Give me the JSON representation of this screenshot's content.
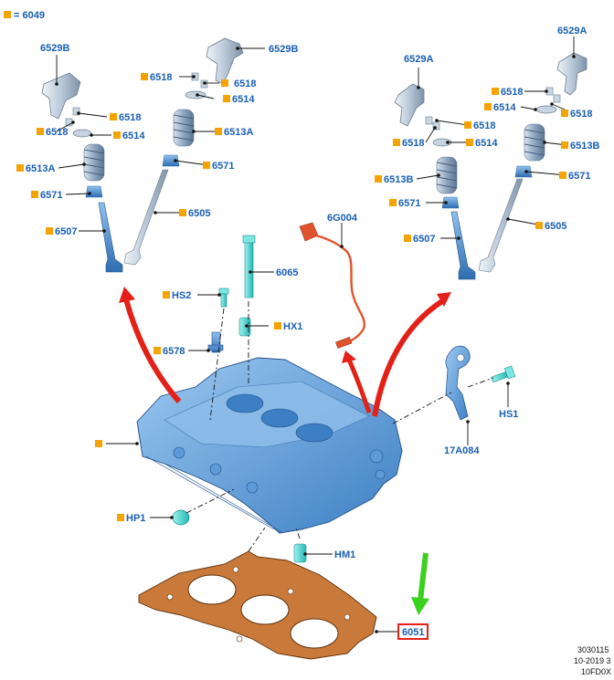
{
  "legend": {
    "text": "= 6049",
    "marker_color": "#f5a300"
  },
  "label_color": "#1a5fb4",
  "part_color": "#6fa8dc",
  "gasket_color": "#b5651d",
  "arrow_red": "#e32119",
  "arrow_green": "#3cd11f",
  "callouts": {
    "c6529b_l": "6529B",
    "c6529b_r": "6529B",
    "c6529a_l": "6529A",
    "c6529a_r": "6529A",
    "c6518_1": "6518",
    "c6518_2": "6518",
    "c6518_3": "6518",
    "c6518_4": "6518",
    "c6518_5": "6518",
    "c6518_6": "6518",
    "c6518_7": "6518",
    "c6518_8": "6518",
    "c6514_1": "6514",
    "c6514_2": "6514",
    "c6514_3": "6514",
    "c6514_4": "6514",
    "c6513a_l": "6513A",
    "c6513a_r": "6513A",
    "c6513b_l": "6513B",
    "c6513b_r": "6513B",
    "c6571_1": "6571",
    "c6571_2": "6571",
    "c6571_3": "6571",
    "c6571_4": "6571",
    "c6507_l": "6507",
    "c6507_r": "6507",
    "c6505_l": "6505",
    "c6505_r": "6505",
    "c6g004": "6G004",
    "c6065": "6065",
    "chs2": "HS2",
    "chx1": "HX1",
    "c6578": "6578",
    "chs1": "HS1",
    "c17a084": "17A084",
    "chp1": "HP1",
    "chm1": "HM1",
    "c6051": "6051"
  },
  "footer": {
    "line1": "3030115",
    "line2": "10-2019 3",
    "line3": "10FD0X"
  }
}
